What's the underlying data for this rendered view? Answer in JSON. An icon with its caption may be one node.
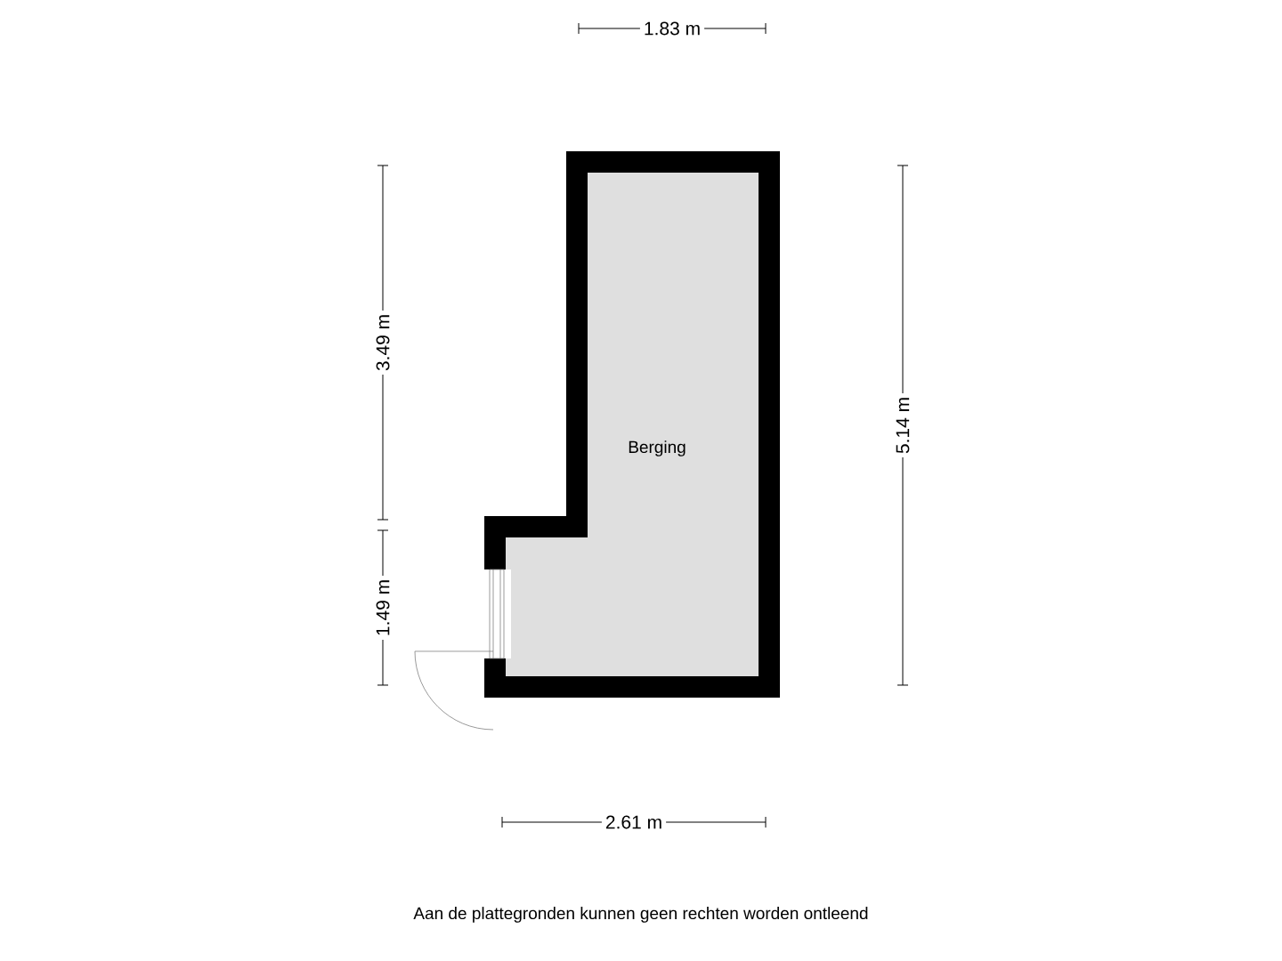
{
  "diagram": {
    "caption": "Aan de plattegronden kunnen geen rechten worden ontleend",
    "nodes": [
      {
        "text": [
          "Berging"
        ]
      }
    ],
    "edges": [],
    "labels": [
      "1.83 m",
      "3.49 m",
      "5.14 m",
      "1.49 m",
      "2.61 m"
    ]
  }
}
